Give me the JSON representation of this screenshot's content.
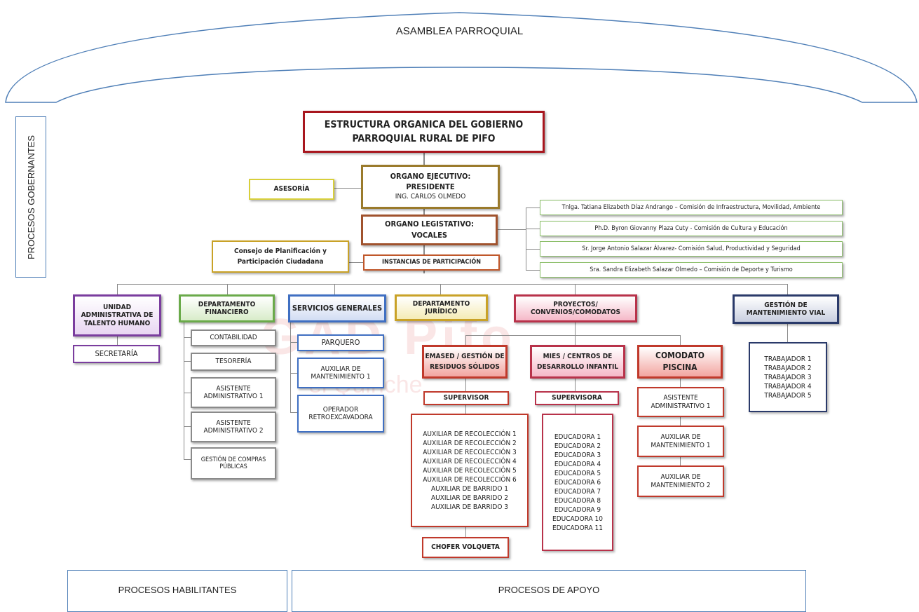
{
  "banner": {
    "title": "ASAMBLEA PARROQUIAL"
  },
  "sections": {
    "governing": "PROCESOS GOBERNANTES",
    "enabling": "PROCESOS HABILITANTES",
    "support": "PROCESOS DE APOYO"
  },
  "header": {
    "line1": "ESTRUCTURA ORGANICA DEL GOBIERNO",
    "line2": "PARROQUIAL RURAL DE PIFO"
  },
  "executive": {
    "line1": "ORGANO EJECUTIVO:",
    "line2": "PRESIDENTE",
    "line3": "ING. CARLOS OLMEDO"
  },
  "advisory": "ASESORÍA",
  "legislative": {
    "line1": "ORGANO LEGISTATIVO:",
    "line2": "VOCALES"
  },
  "council": {
    "line1": "Consejo de Planificación y",
    "line2": "Participación Ciudadana"
  },
  "participation": "INSTANCIAS DE PARTICIPACIÓN",
  "commissions": [
    "Tnlga. Tatiana Elizabeth Díaz Andrango – Comisión de Infraestructura, Movilidad, Ambiente",
    "Ph.D. Byron Giovanny Plaza Cuty - Comisión de Cultura y Educación",
    "Sr. Jorge Antonio Salazar Álvarez- Comisión Salud, Productividad y Seguridad",
    "Sra. Sandra Elizabeth Salazar Olmedo – Comisión de Deporte y Turismo"
  ],
  "units": {
    "talent": {
      "line1": "UNIDAD",
      "line2": "ADMINISTRATIVA DE",
      "line3": "TALENTO HUMANO",
      "child": "SECRETARÍA"
    },
    "finance": {
      "line1": "DEPARTAMENTO",
      "line2": "FINANCIERO",
      "children": [
        "CONTABILIDAD",
        "TESORERÍA",
        "ASISTENTE|ADMINISTRATIVO 1",
        "ASISTENTE|ADMINISTRATIVO 2",
        "GESTIÓN DE COMPRAS|PÚBLICAS"
      ]
    },
    "services": {
      "label": "SERVICIOS GENERALES",
      "children": [
        "PARQUERO",
        "AUXILIAR DE|MANTENIMIENTO 1",
        "OPERADOR|RETROEXCAVADORA"
      ]
    },
    "legal": {
      "line1": "DEPARTAMENTO",
      "line2": "JURÍDICO"
    },
    "projects": {
      "line1": "PROYECTOS/",
      "line2": "CONVENIOS/COMODATOS",
      "emased": {
        "line1": "EMASED / GESTIÓN DE",
        "line2": "RESIDUOS SÓLIDOS",
        "supervisor": "SUPERVISOR",
        "staff": [
          "AUXILIAR DE RECOLECCIÓN  1",
          "AUXILIAR DE RECOLECCIÓN  2",
          "AUXILIAR DE RECOLECCIÓN  3",
          "AUXILIAR DE RECOLECCIÓN  4",
          "AUXILIAR DE RECOLECCIÓN  5",
          "AUXILIAR DE RECOLECCIÓN  6",
          "AUXILIAR DE BARRIDO 1",
          "AUXILIAR DE BARRIDO 2",
          "AUXILIAR DE BARRIDO 3"
        ],
        "driver": "CHOFER VOLQUETA"
      },
      "mies": {
        "line1": "MIES / CENTROS DE",
        "line2": "DESARROLLO INFANTIL",
        "supervisor": "SUPERVISORA",
        "staff": [
          "EDUCADORA  1",
          "EDUCADORA  2",
          "EDUCADORA  3",
          "EDUCADORA  4",
          "EDUCADORA  5",
          "EDUCADORA 6",
          "EDUCADORA 7",
          "EDUCADORA 8",
          "EDUCADORA 9",
          "EDUCADORA 10",
          "EDUCADORA 11"
        ]
      },
      "pool": {
        "line1": "COMODATO",
        "line2": "PISCINA",
        "children": [
          "ASISTENTE|ADMINISTRATIVO 1",
          "AUXILIAR DE|MANTENIMIENTO 1",
          "AUXILIAR DE|MANTENIMIENTO 2"
        ]
      }
    },
    "roads": {
      "line1": "GESTIÓN DE",
      "line2": "MANTENIMIENTO VIAL",
      "staff": [
        "TRABAJADOR  1",
        "TRABAJADOR  2",
        "TRABAJADOR  3",
        "TRABAJADOR  4",
        "TRABAJADOR  5"
      ]
    }
  },
  "watermark": {
    "main": "GAD Pifo",
    "sub": "el Quinche"
  },
  "colors": {
    "header": "#a8161e",
    "executive": "#9a7a2b",
    "advisory": "#d8cf3a",
    "legislative": "#a0522d",
    "council": "#c9a227",
    "commission": "#8cbf6a",
    "talent": "#7a3d9e",
    "finance": "#6aaa4a",
    "services": "#3f6fc2",
    "legal": "#c9a227",
    "projects": "#b8324a",
    "pool": "#c0392b",
    "roads": "#2a3a6a"
  }
}
